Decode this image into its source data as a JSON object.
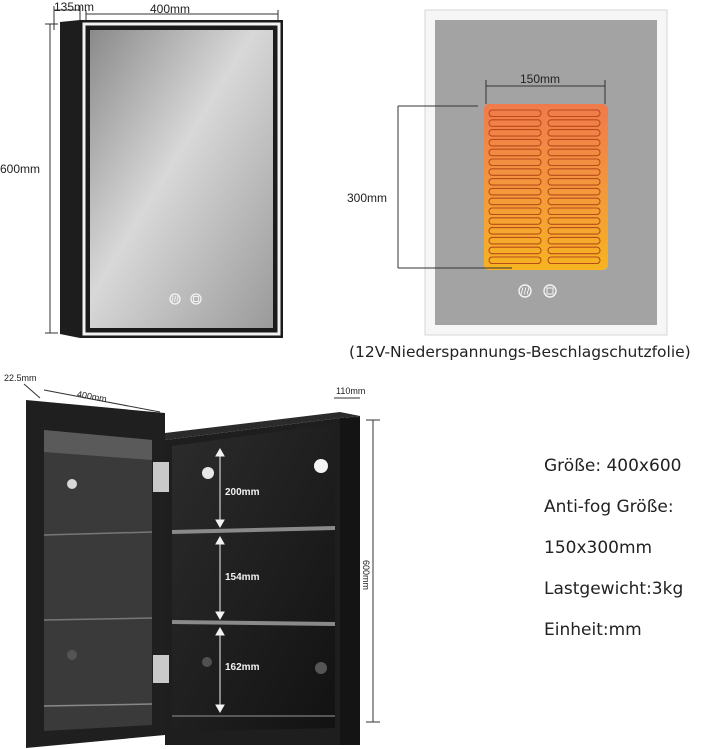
{
  "top_left": {
    "depth": "135mm",
    "width": "400mm",
    "height": "600mm"
  },
  "anti_fog": {
    "width": "150mm",
    "height": "300mm",
    "caption": "(12V-Niederspannungs-Beschlagschutzfolie)"
  },
  "open_cabinet": {
    "door_depth": "22.5mm",
    "door_width": "400mm",
    "body_depth": "110mm",
    "height": "600mm",
    "shelf_1": "200mm",
    "shelf_2": "154mm",
    "shelf_3": "162mm"
  },
  "specs": {
    "size": "Größe: 400x600",
    "antifog_label": "Anti-fog Größe:",
    "antifog_value": "150x300mm",
    "load": "Lastgewicht:3kg",
    "unit": "Einheit:mm"
  },
  "icons": [
    "antifog-touch-icon",
    "light-touch-icon"
  ],
  "colors": {
    "heater_orange": "#f08a4a",
    "heater_yellow": "#f5b325",
    "cabinet_black": "#1e1e1e",
    "mirror_gray": "#a9a9a9"
  }
}
